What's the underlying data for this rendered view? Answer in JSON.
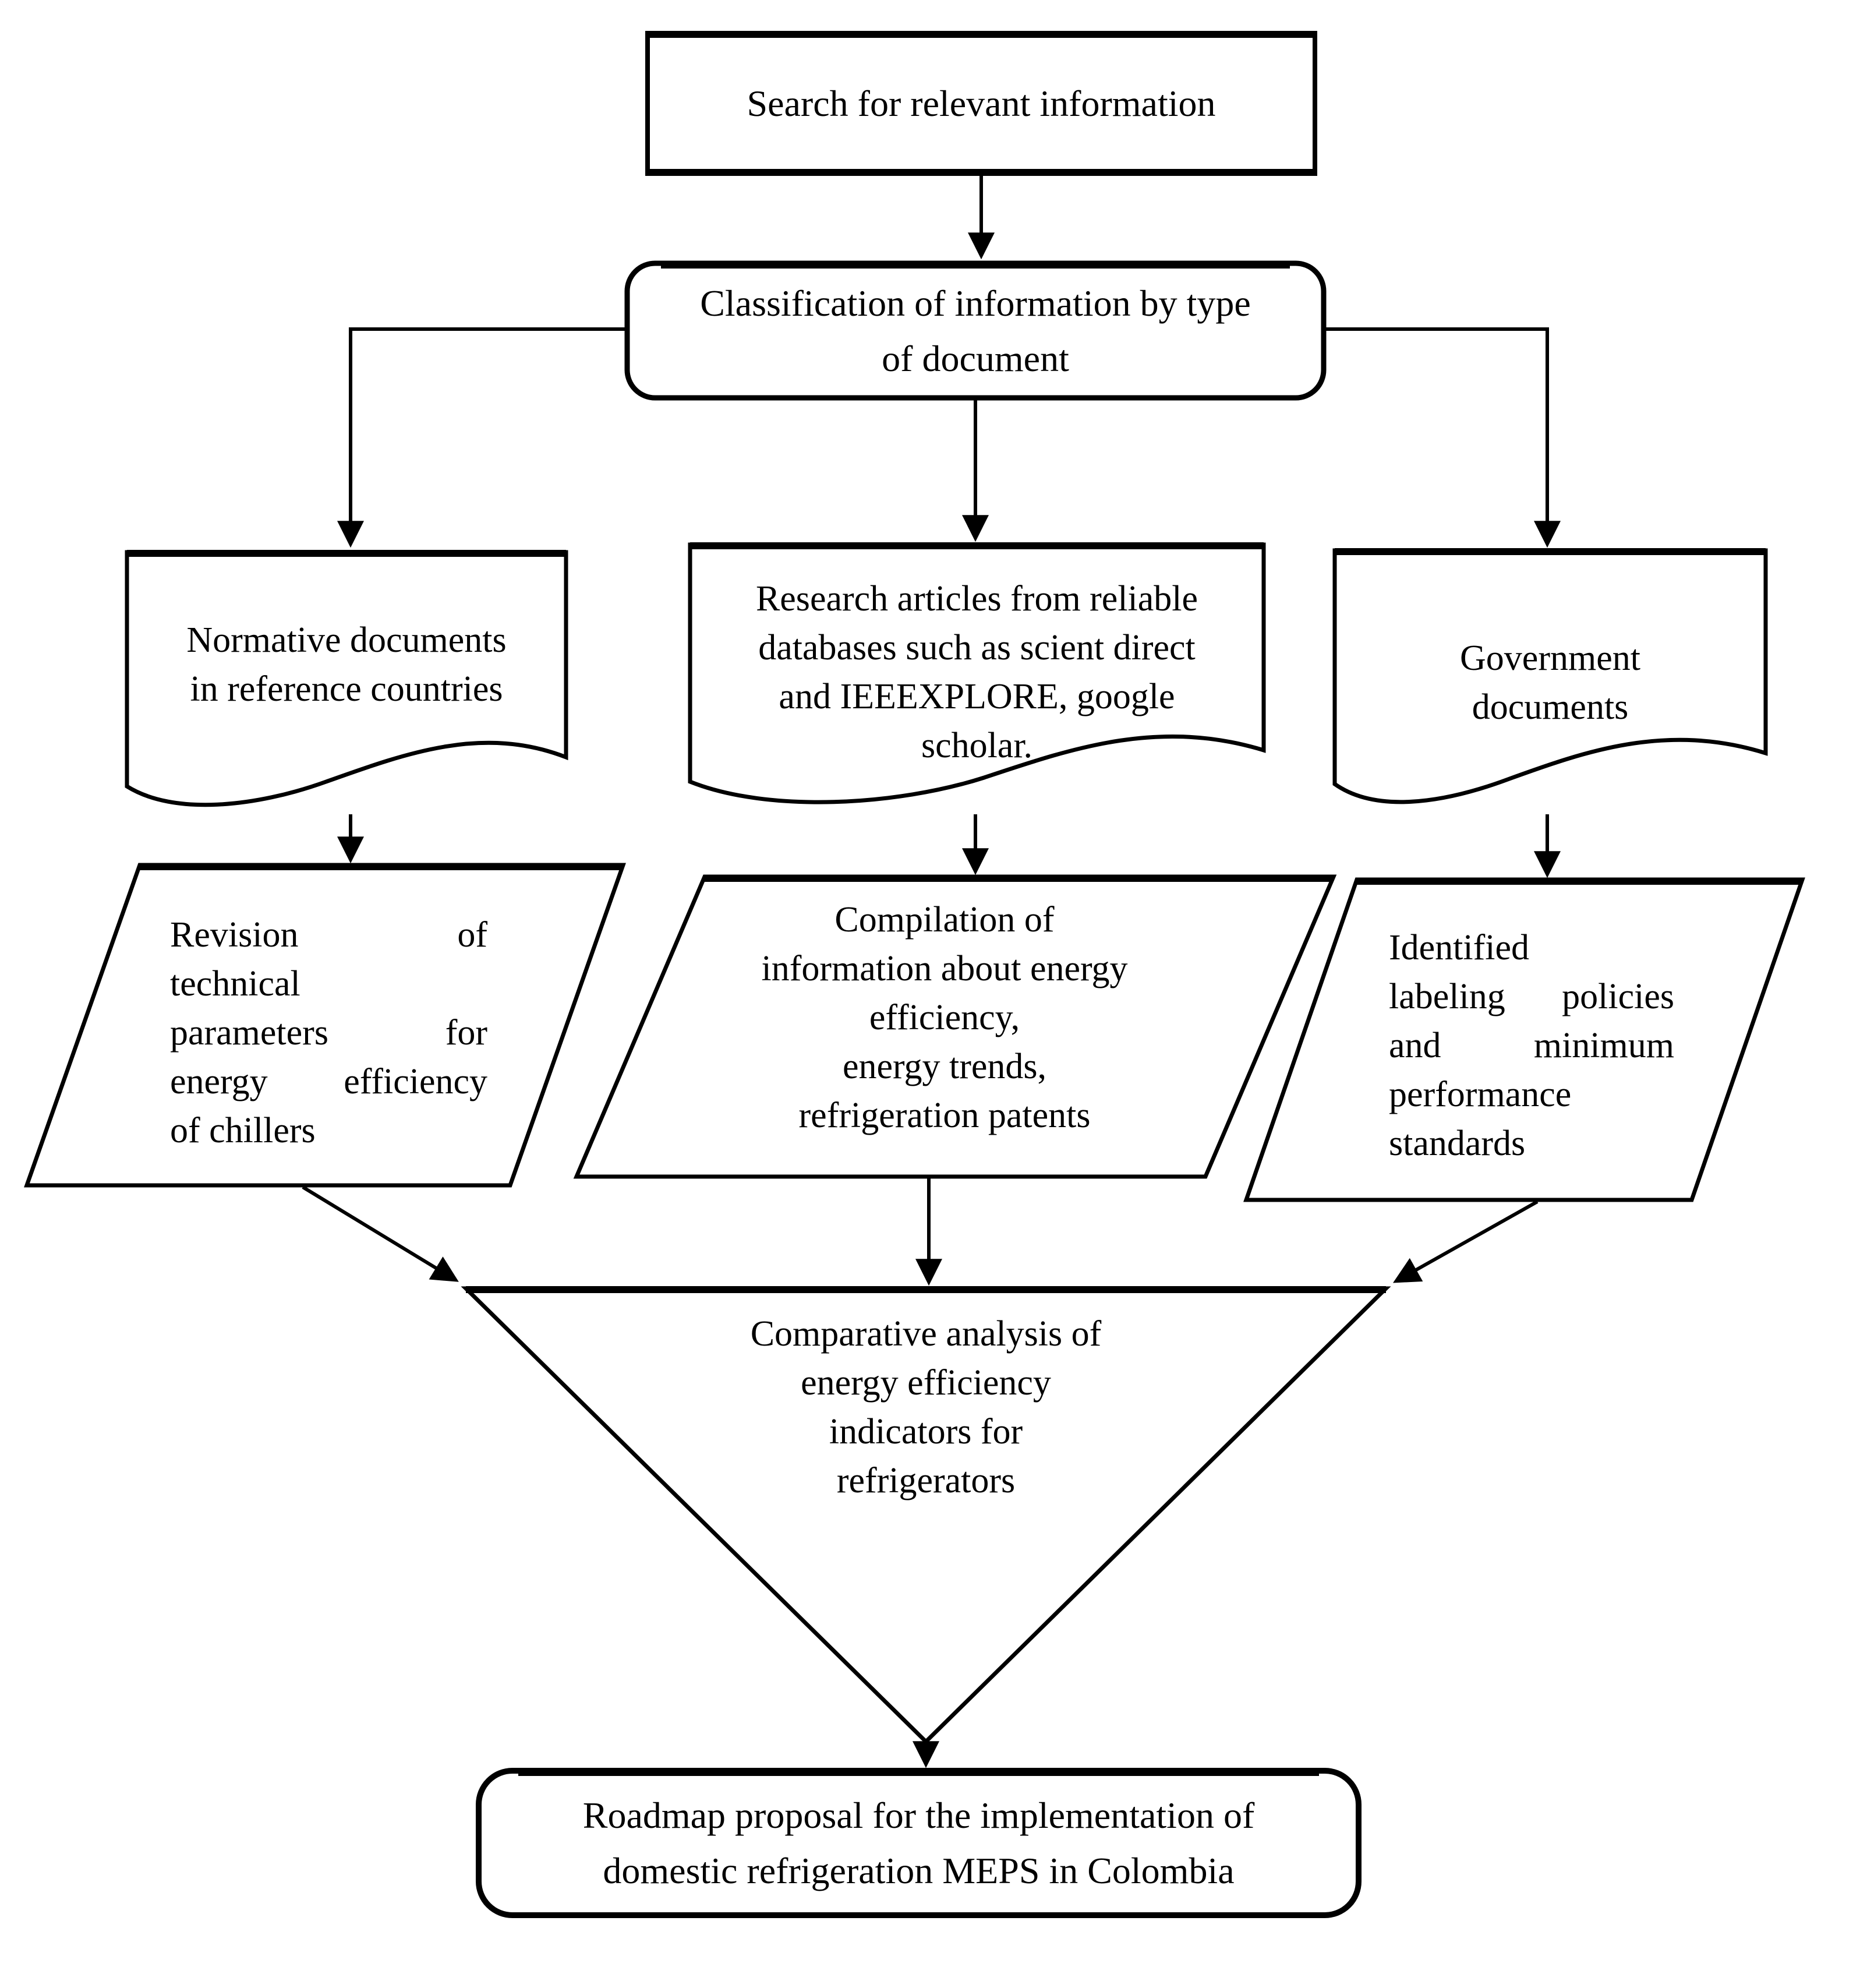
{
  "diagram": {
    "colors": {
      "background": "#ffffff",
      "stroke": "#000000",
      "text": "#000000"
    },
    "nodes": {
      "search": {
        "shape": "rectangle",
        "label": "Search for relevant information"
      },
      "classification": {
        "shape": "rounded-rectangle",
        "lines": [
          "Classification of information by type",
          "of document"
        ]
      },
      "doc_normative": {
        "shape": "document",
        "lines": [
          "Normative documents",
          "in reference countries"
        ]
      },
      "doc_research": {
        "shape": "document",
        "lines": [
          "Research articles from reliable",
          "databases such as scient direct",
          "and IEEEXPLORE, google",
          "scholar."
        ]
      },
      "doc_government": {
        "shape": "document",
        "lines": [
          "Government",
          "documents"
        ]
      },
      "para_revision": {
        "shape": "parallelogram",
        "lines": [
          "Revision of",
          "technical",
          "parameters for",
          "energy efficiency",
          "of chillers"
        ]
      },
      "para_compilation": {
        "shape": "parallelogram",
        "lines": [
          "Compilation of",
          "information about energy",
          "efficiency,",
          "energy trends,",
          "refrigeration patents"
        ]
      },
      "para_identified": {
        "shape": "parallelogram",
        "lines": [
          "Identified",
          "labeling policies",
          "and minimum",
          "performance",
          "standards"
        ]
      },
      "analysis": {
        "shape": "inverted-triangle",
        "lines": [
          "Comparative analysis of",
          "energy efficiency",
          "indicators for",
          "refrigerators"
        ]
      },
      "roadmap": {
        "shape": "rounded-rectangle",
        "lines": [
          "Roadmap proposal for the implementation of",
          "domestic refrigeration MEPS in Colombia"
        ]
      }
    },
    "edges": [
      {
        "from": "search",
        "to": "classification"
      },
      {
        "from": "classification",
        "to": "doc_normative"
      },
      {
        "from": "classification",
        "to": "doc_research"
      },
      {
        "from": "classification",
        "to": "doc_government"
      },
      {
        "from": "doc_normative",
        "to": "para_revision"
      },
      {
        "from": "doc_research",
        "to": "para_compilation"
      },
      {
        "from": "doc_government",
        "to": "para_identified"
      },
      {
        "from": "para_revision",
        "to": "analysis"
      },
      {
        "from": "para_compilation",
        "to": "analysis"
      },
      {
        "from": "para_identified",
        "to": "analysis"
      },
      {
        "from": "analysis",
        "to": "roadmap"
      }
    ]
  }
}
